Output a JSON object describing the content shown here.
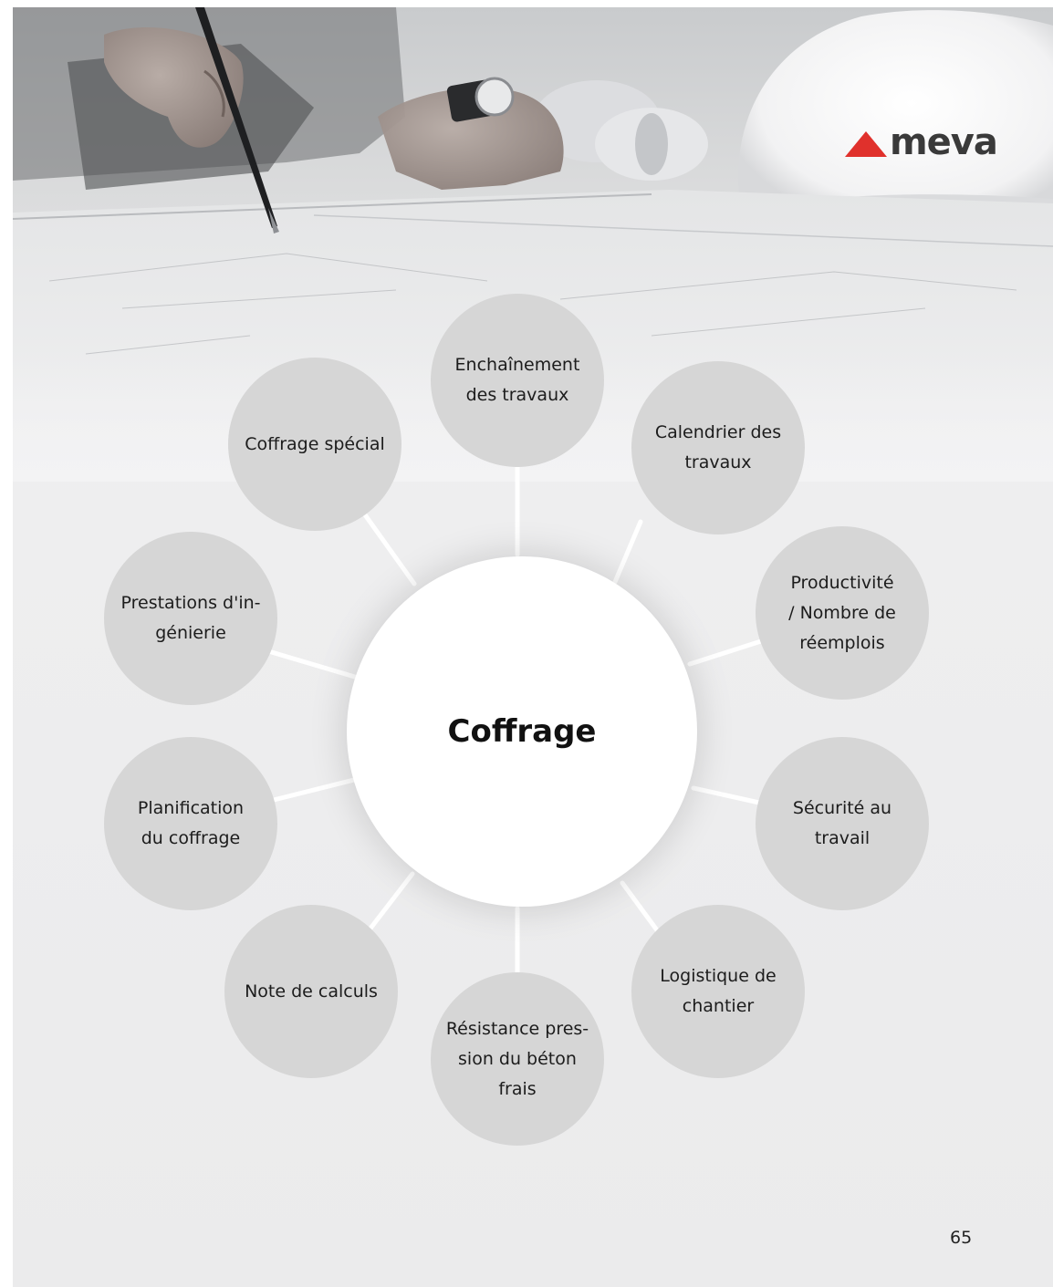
{
  "brand": {
    "logo_text": "meva",
    "logo_color": "#e0312c"
  },
  "diagram": {
    "center": "Coffrage",
    "nodes": [
      "Enchaînement\ndes travaux",
      "Calendrier des\ntravaux",
      "Productivité\n/ Nombre de\nréemplois",
      "Sécurité au travail",
      "Logistique de\nchantier",
      "Résistance pres-\nsion du béton\nfrais",
      "Note de calculs",
      "Planification\ndu coffrage",
      "Prestations d'in-\ngénierie",
      "Coffrage spécial"
    ]
  },
  "page_number": "65"
}
